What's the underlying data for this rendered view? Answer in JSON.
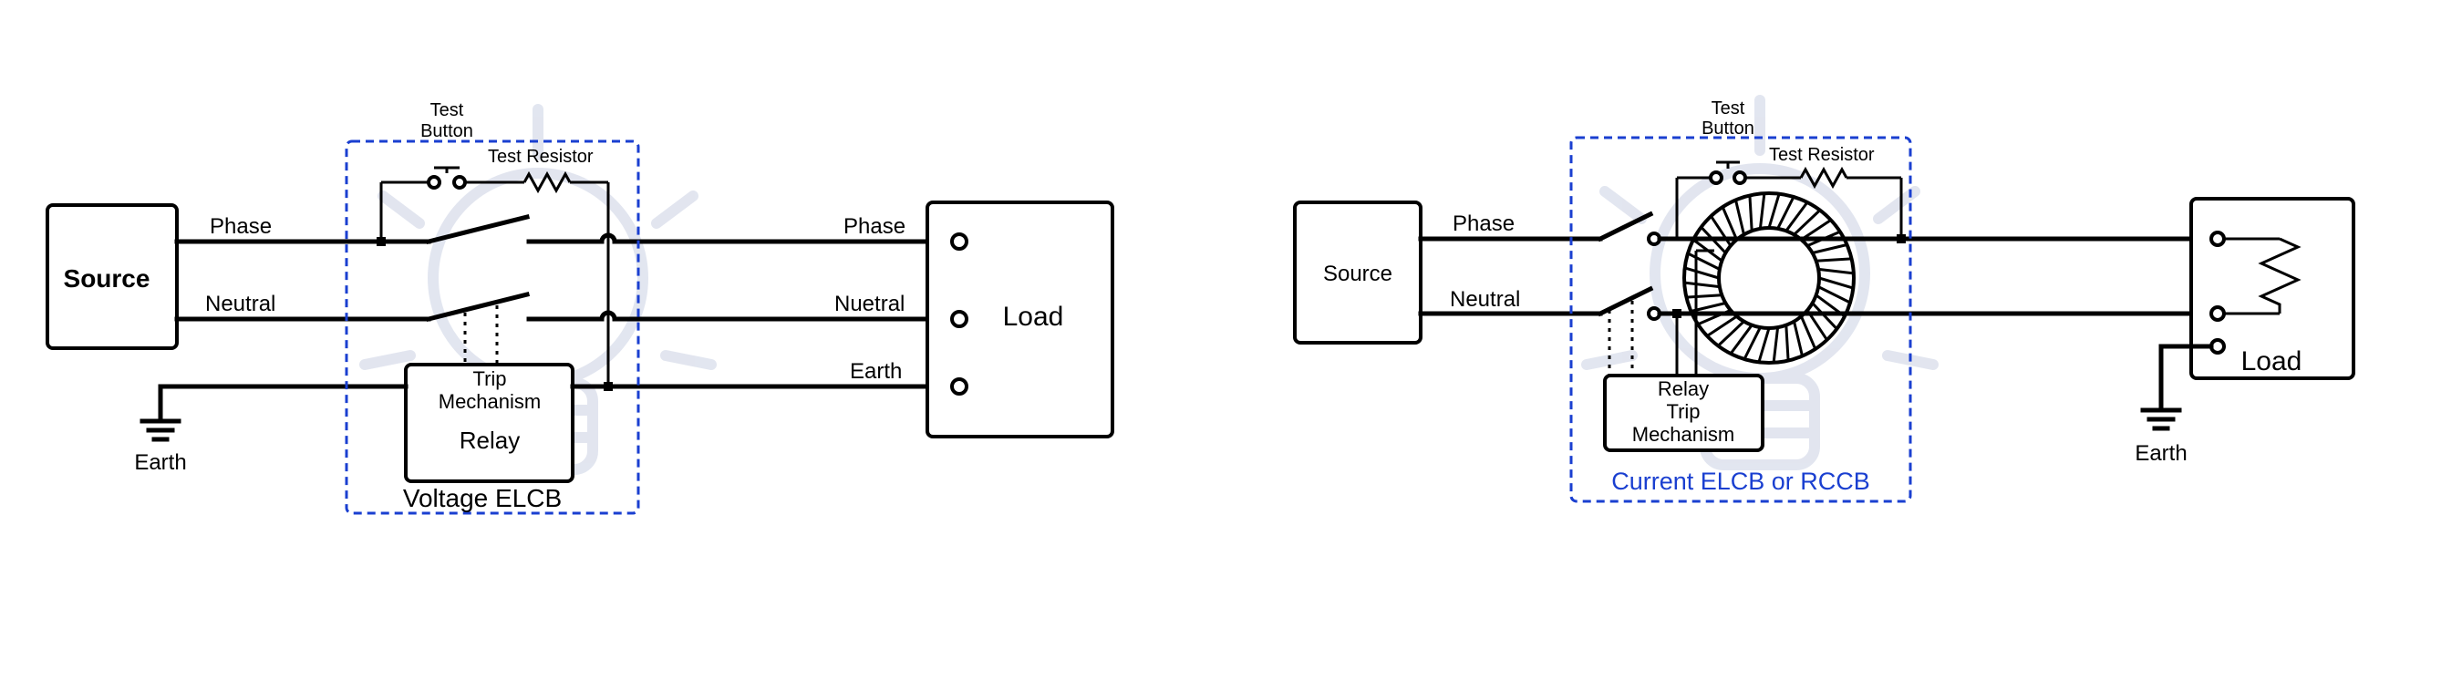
{
  "voltage_elcb": {
    "source": "Source",
    "phase_left": "Phase",
    "neutral_left": "Neutral",
    "earth_left": "Earth",
    "test_button": [
      "Test",
      "Button"
    ],
    "test_resistor": "Test Resistor",
    "trip_mechanism": [
      "Trip",
      "Mechanism"
    ],
    "relay": "Relay",
    "phase_right": "Phase",
    "neutral_right": "Nuetral",
    "earth_right": "Earth",
    "load": "Load",
    "title": "Voltage ELCB"
  },
  "current_elcb": {
    "source": "Source",
    "phase": "Phase",
    "neutral": "Neutral",
    "test_button": [
      "Test",
      "Button"
    ],
    "test_resistor": "Test Resistor",
    "relay_box": [
      "Relay",
      "Trip",
      "Mechanism"
    ],
    "load": "Load",
    "earth": "Earth",
    "title": "Current ELCB or RCCB",
    "title_color": "#1a3fd0"
  },
  "icons": [
    "earth-ground-icon",
    "push-button-icon",
    "resistor-icon",
    "switch-icon",
    "toroid-coil-icon",
    "resistor-load-icon",
    "lightbulb-watermark-icon"
  ]
}
